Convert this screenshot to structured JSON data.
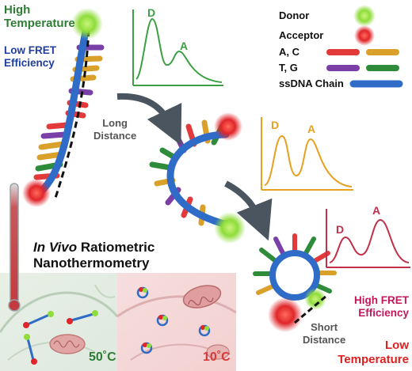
{
  "labels": {
    "high_temp_line1": "High",
    "high_temp_line2": "Temperature",
    "low_fret_line1": "Low FRET",
    "low_fret_line2": "Efficiency",
    "long_dist_line1": "Long",
    "long_dist_line2": "Distance",
    "in_vivo": "In Vivo",
    "ratiometric": " Ratiometric",
    "nanothermometry": "Nanothermometry",
    "high_fret_line1": "High FRET",
    "high_fret_line2": "Efficiency",
    "short_dist_line1": "Short",
    "short_dist_line2": "Distance",
    "low_temp_line1": "Low",
    "low_temp_line2": "Temperature",
    "temp_50": "50˚C",
    "temp_10": "10˚C"
  },
  "legend": {
    "donor": "Donor",
    "acceptor": "Acceptor",
    "ac": "A, C",
    "tg": "T, G",
    "ssdna": "ssDNA Chain"
  },
  "spectra": {
    "donor_letter": "D",
    "acceptor_letter": "A"
  },
  "colors": {
    "donor": "#8fdc3a",
    "acceptor": "#e0262b",
    "a_base": "#e23a3a",
    "c_base": "#d9a02a",
    "t_base": "#7b3fa8",
    "g_base": "#2e8b3a",
    "ssdna": "#2f6cc8",
    "spectrum_green": "#3aa043",
    "spectrum_orange": "#e8a020",
    "spectrum_red": "#c0304a",
    "arrow": "#4a5560"
  }
}
